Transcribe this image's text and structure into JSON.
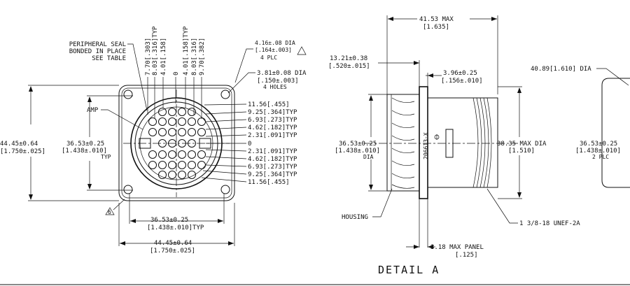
{
  "front_view": {
    "seal_note": [
      "PERIPHERAL SEAL",
      "BONDED IN PLACE",
      "SEE TABLE"
    ],
    "amp_label": "AMP",
    "mount_hole_note": [
      "4.16±.08 DIA",
      "[.164±.003]",
      "4 PLC"
    ],
    "hole_note": [
      "3.81±0.08 DIA",
      "[.150±.003]",
      "4 HOLES"
    ],
    "left_height": [
      "44.45±0.64",
      "[1.750±.025]"
    ],
    "inner_height": [
      "36.53±0.25",
      "[1.438±.010]",
      "TYP"
    ],
    "bottom_inner_width": [
      "36.53±0.25",
      "[1.438±.010]TYP"
    ],
    "bottom_outer_width": [
      "44.45±0.64",
      "[1.750±.025]"
    ],
    "top_column_dims": [
      "7.70[.303]",
      "8.03[.316]TYP",
      "4.01[.158]",
      "0",
      "4.01[.158]TYP",
      "8.03[.316]",
      "9.70[.382]"
    ],
    "right_row_dims": [
      "11.56[.455]",
      "9.25[.364]TYP",
      "6.93[.273]TYP",
      "4.62[.182]TYP",
      "2.31[.091]TYP",
      "0",
      "2.31[.091]TYP",
      "4.62[.182]TYP",
      "6.93[.273]TYP",
      "9.25[.364]TYP",
      "11.56[.455]"
    ],
    "flag_symbol": "6"
  },
  "side_view": {
    "overall_length": [
      "41.53 MAX",
      "[1.635]"
    ],
    "flange_length": [
      "13.21±0.38",
      "[.520±.015]"
    ],
    "flange_thickness": [
      "3.96±0.25",
      "[.156±.010]"
    ],
    "left_dia": [
      "36.53±0.25",
      "[1.438±.010]",
      "DIA"
    ],
    "max_dia": [
      "38.35 MAX DIA",
      "[1.510]"
    ],
    "part_marking": "206613-X",
    "housing_label": "HOUSING",
    "thread_label": "1 3/8-18 UNEF-2A",
    "panel_note": [
      "3.18 MAX PANEL",
      "[.125]"
    ],
    "detail_label": "DETAIL A"
  },
  "end_view": {
    "dia_label": "40.89[1.610] DIA",
    "dim": [
      "36.53±0.25",
      "[1.438±.010]",
      "2 PLC"
    ]
  }
}
